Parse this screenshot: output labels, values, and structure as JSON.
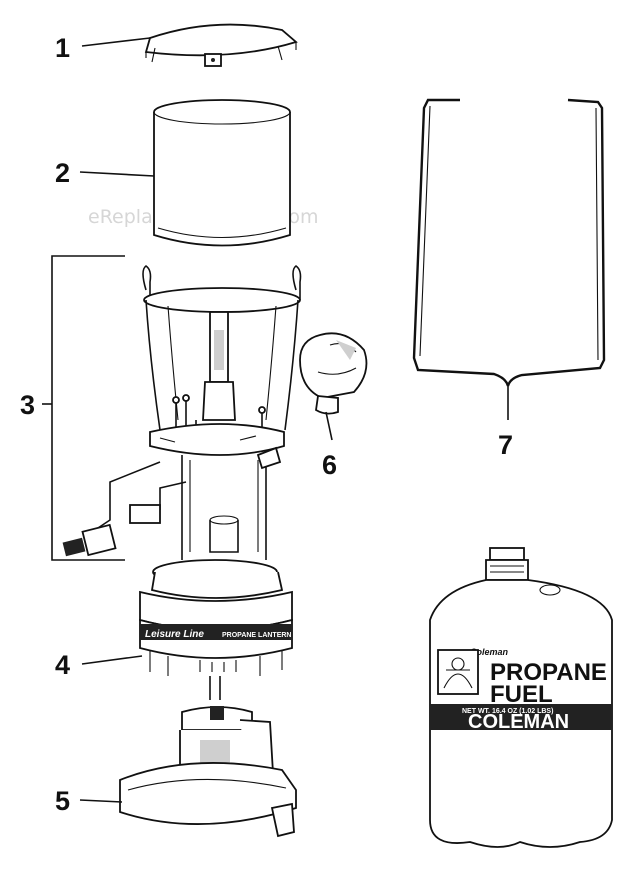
{
  "watermark": "eReplacementParts.com",
  "callouts": [
    {
      "id": "1"
    },
    {
      "id": "2"
    },
    {
      "id": "3"
    },
    {
      "id": "4"
    },
    {
      "id": "5"
    },
    {
      "id": "6"
    },
    {
      "id": "7"
    }
  ],
  "labels": {
    "leisure_line": "Leisure Line",
    "lantern_text": "PROPANE LANTERN",
    "brand_small": "Coleman",
    "propane": "PROPANE",
    "fuel": "FUEL",
    "net_wt": "NET WT. 16.4 OZ (1.02 LBS)",
    "coleman": "COLEMAN"
  }
}
